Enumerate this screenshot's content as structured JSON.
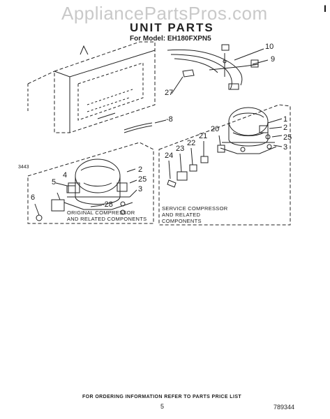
{
  "watermark": "AppliancePartsPros.com",
  "corner_mark": "I",
  "title": "UNIT PARTS",
  "model_line": "For Model: EH180FXPN5",
  "parts": {
    "p1": "1",
    "p2a": "2",
    "p2b": "2",
    "p3a": "3",
    "p3b": "3",
    "p4": "4",
    "p5": "5",
    "p6": "6",
    "p8": "-8",
    "p9": "9",
    "p10": "10",
    "p20": "20",
    "p21": "21",
    "p22": "22",
    "p23": "23",
    "p24": "24",
    "p25a": "25",
    "p25b": "25",
    "p27": "27",
    "p28": "-28",
    "code": "3443"
  },
  "captions": {
    "original_1": "ORIGINAL COMPRESSOR",
    "original_2": "AND RELATED COMPONENTS",
    "service_1": "SERVICE COMPRESSOR",
    "service_2": "AND RELATED",
    "service_3": "COMPONENTS"
  },
  "footer": {
    "ordering": "FOR ORDERING INFORMATION REFER TO PARTS PRICE LIST",
    "page": "5",
    "doc_number": "789344"
  }
}
